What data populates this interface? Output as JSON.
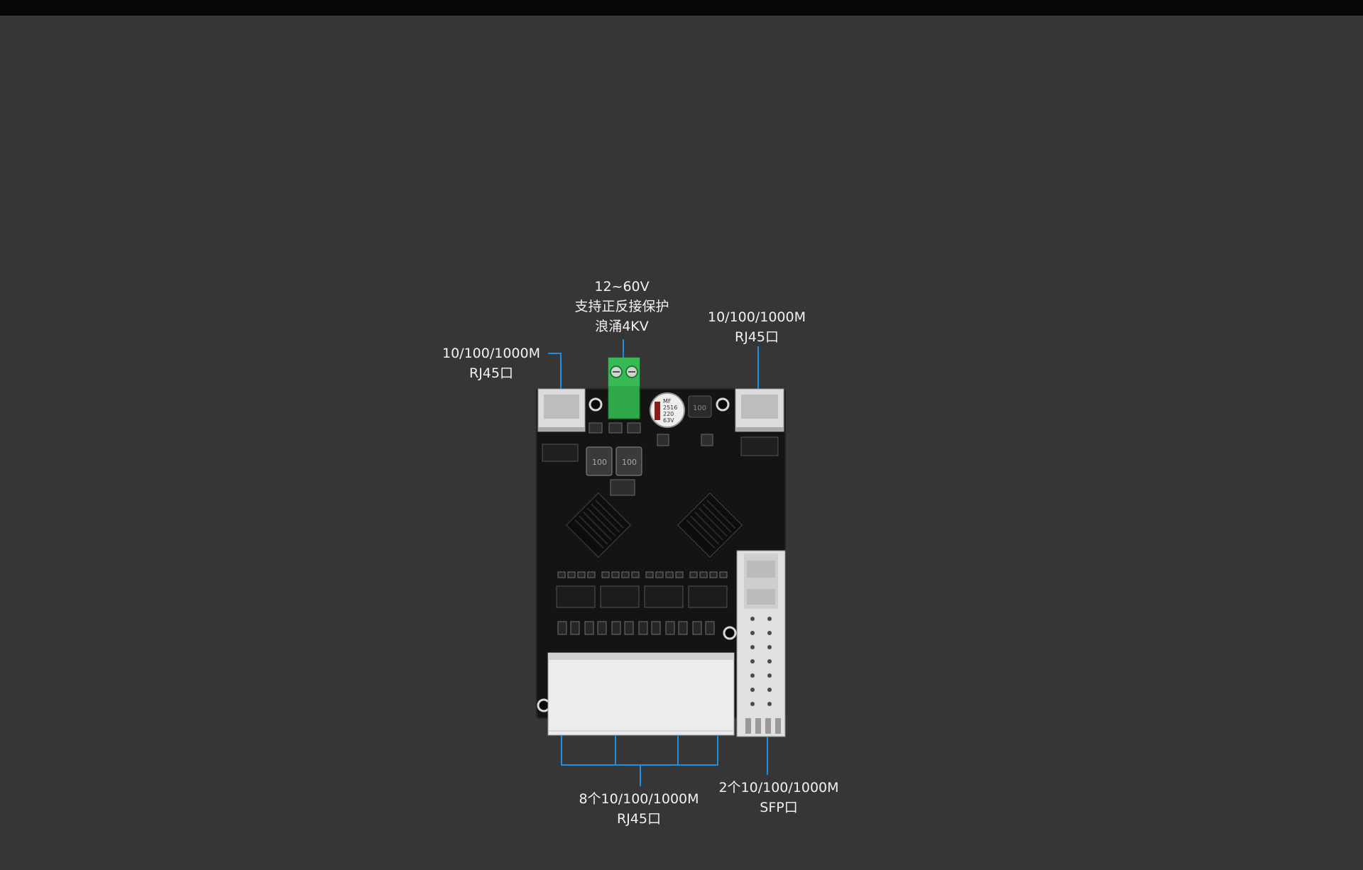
{
  "labels": {
    "power": {
      "voltage": "12~60V",
      "protection": "支持正反接保护",
      "surge": "浪涌4KV"
    },
    "left_port": {
      "speed": "10/100/1000M",
      "type": "RJ45口"
    },
    "right_port": {
      "speed": "10/100/1000M",
      "type": "RJ45口"
    },
    "rj45_bank": {
      "speed": "8个10/100/1000M",
      "type": "RJ45口"
    },
    "sfp_bank": {
      "speed": "2个10/100/1000M",
      "type": "SFP口"
    }
  },
  "board_markings": {
    "capacitor": [
      "MF",
      "2516",
      "220",
      "63V"
    ],
    "inductor_left": "100",
    "inductor_right": "100",
    "inductor_small": "100"
  },
  "colors": {
    "background": "#363636",
    "top_bar": "#060606",
    "callout_line": "#1e8fe0",
    "pcb": "#141414",
    "terminal_block": "#2fa84a",
    "port_metal": "#e4e4e4"
  }
}
